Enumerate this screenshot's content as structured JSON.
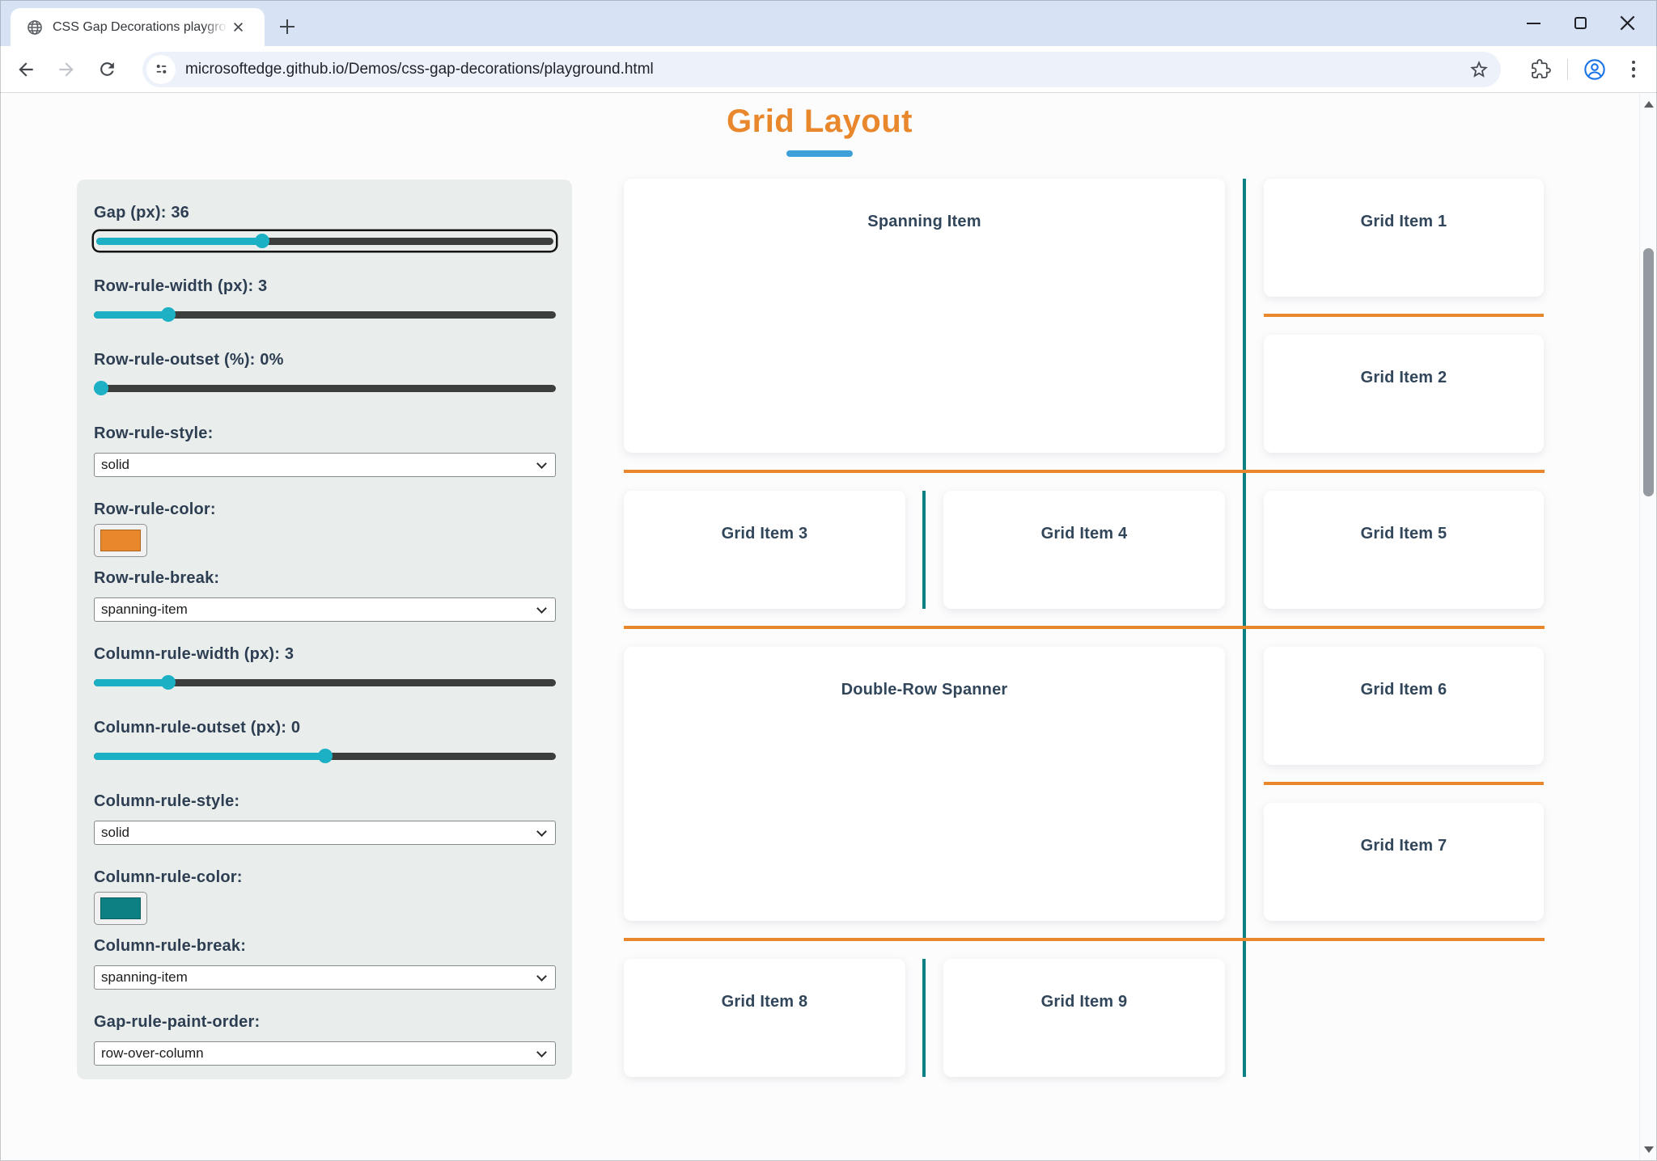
{
  "browser": {
    "tab_title": "CSS Gap Decorations playgroun",
    "url": "microsoftedge.github.io/Demos/css-gap-decorations/playground.html"
  },
  "page": {
    "title": "Grid Layout",
    "colors": {
      "title": "#e8872c",
      "title_underline": "#3f9fd8",
      "row_rule": "#e8872b",
      "column_rule": "#0c8083",
      "slider_accent": "#1cb0c4",
      "panel_background": "#e9edec"
    },
    "panel": {
      "controls": [
        {
          "id": "gap",
          "label": "Gap (px): 36",
          "type": "slider",
          "value": 36,
          "fill_pct": 36,
          "focused": true
        },
        {
          "id": "row-rule-width",
          "label": "Row-rule-width (px): 3",
          "type": "slider",
          "value": 3,
          "fill_pct": 15
        },
        {
          "id": "row-rule-outset",
          "label": "Row-rule-outset (%): 0%",
          "type": "slider",
          "value": 0,
          "fill_pct": 0
        },
        {
          "id": "row-rule-style",
          "label": "Row-rule-style:",
          "type": "select",
          "value": "solid"
        },
        {
          "id": "row-rule-color",
          "label": "Row-rule-color:",
          "type": "color",
          "value": "#e8872b"
        },
        {
          "id": "row-rule-break",
          "label": "Row-rule-break:",
          "type": "select",
          "value": "spanning-item"
        },
        {
          "id": "column-rule-width",
          "label": "Column-rule-width (px): 3",
          "type": "slider",
          "value": 3,
          "fill_pct": 15
        },
        {
          "id": "column-rule-outset",
          "label": "Column-rule-outset (px): 0",
          "type": "slider",
          "value": 0,
          "fill_pct": 50
        },
        {
          "id": "column-rule-style",
          "label": "Column-rule-style:",
          "type": "select",
          "value": "solid"
        },
        {
          "id": "column-rule-color",
          "label": "Column-rule-color:",
          "type": "color",
          "value": "#0c8083"
        },
        {
          "id": "column-rule-break",
          "label": "Column-rule-break:",
          "type": "select",
          "value": "spanning-item"
        },
        {
          "id": "gap-rule-paint-order",
          "label": "Gap-rule-paint-order:",
          "type": "select",
          "value": "row-over-column"
        }
      ]
    },
    "grid": {
      "items": [
        {
          "label": "Spanning Item"
        },
        {
          "label": "Grid Item 1"
        },
        {
          "label": "Grid Item 2"
        },
        {
          "label": "Grid Item 3"
        },
        {
          "label": "Grid Item 4"
        },
        {
          "label": "Grid Item 5"
        },
        {
          "label": "Double-Row Spanner"
        },
        {
          "label": "Grid Item 6"
        },
        {
          "label": "Grid Item 7"
        },
        {
          "label": "Grid Item 8"
        },
        {
          "label": "Grid Item 9"
        }
      ]
    }
  }
}
